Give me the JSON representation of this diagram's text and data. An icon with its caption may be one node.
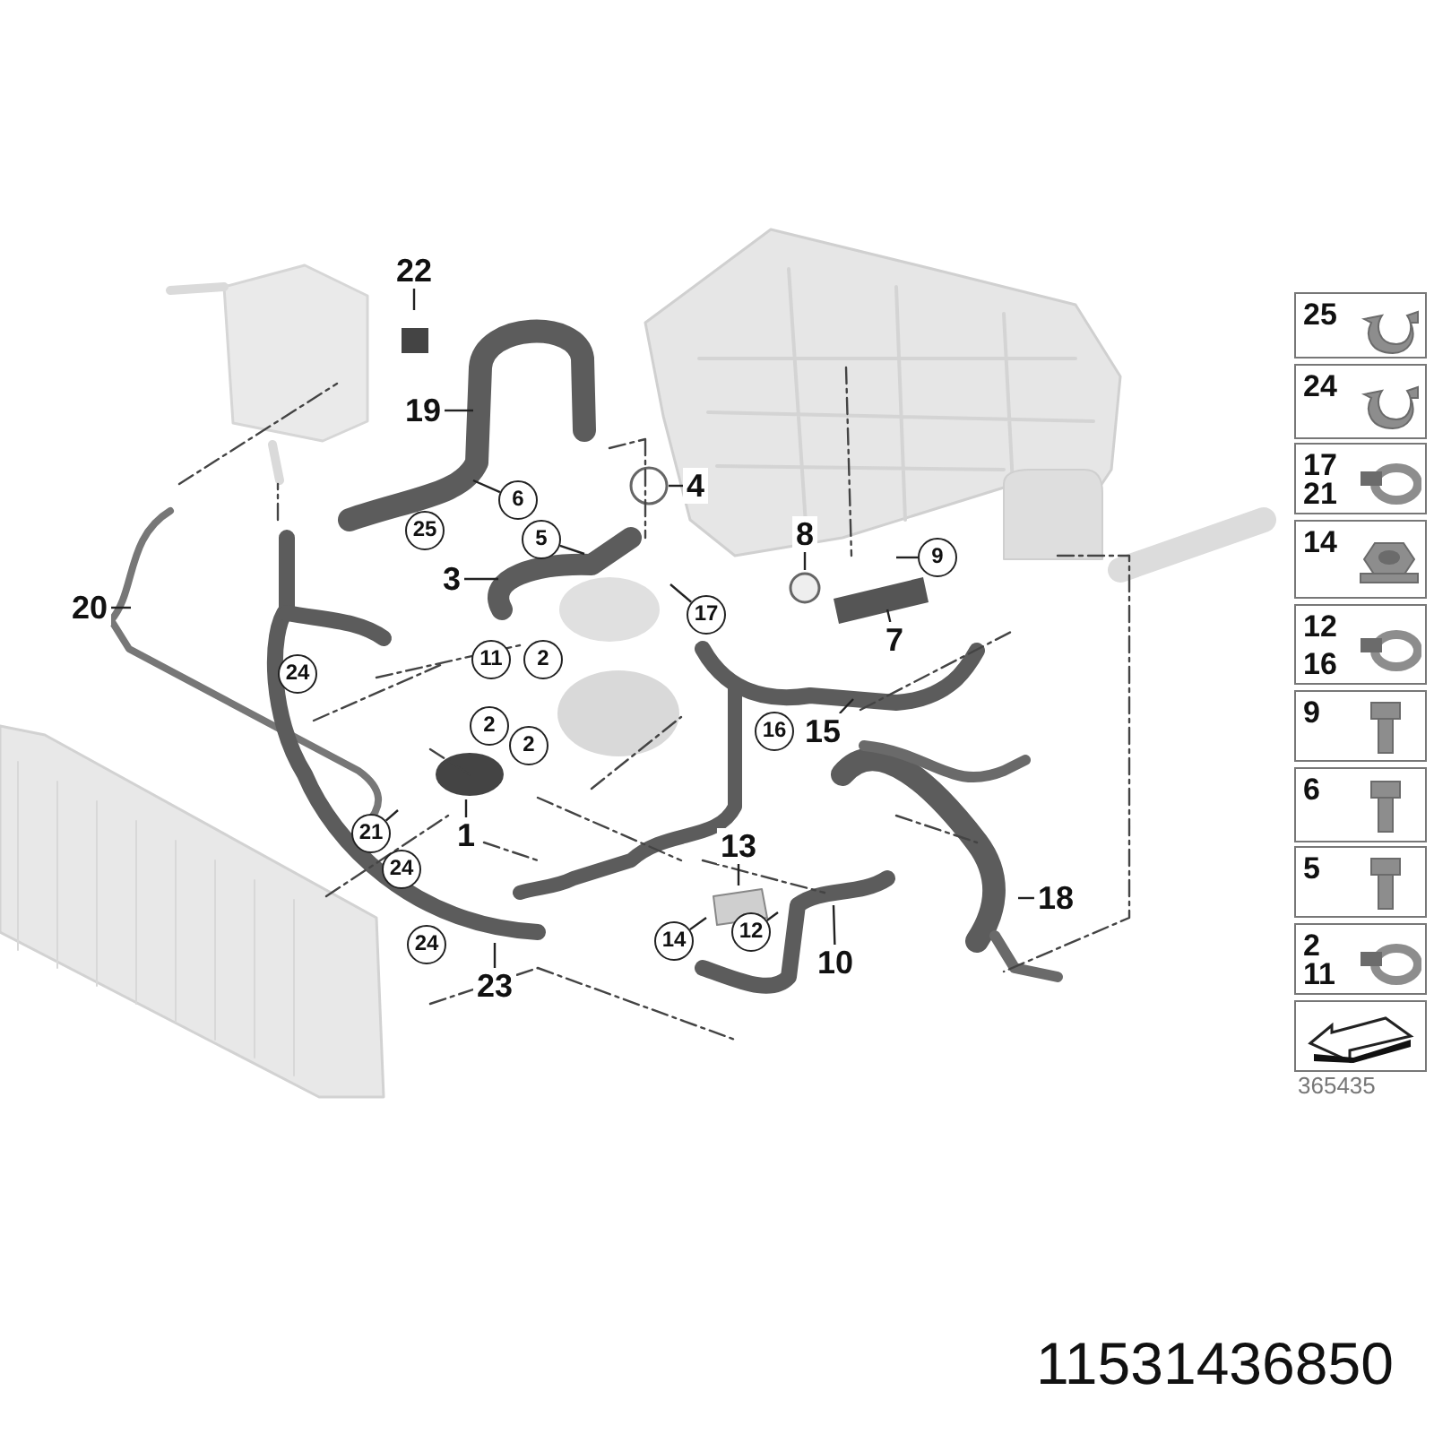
{
  "diagram": {
    "nodes": [
      {
        "text": [
          "22"
        ]
      },
      {
        "text": [
          "19"
        ]
      },
      {
        "text": [
          "6"
        ]
      },
      {
        "text": [
          "4"
        ]
      },
      {
        "text": [
          "25"
        ]
      },
      {
        "text": [
          "5"
        ]
      },
      {
        "text": [
          "8"
        ]
      },
      {
        "text": [
          "9"
        ]
      },
      {
        "text": [
          "20"
        ]
      },
      {
        "text": [
          "3"
        ]
      },
      {
        "text": [
          "7"
        ]
      },
      {
        "text": [
          "17"
        ]
      },
      {
        "text": [
          "11"
        ]
      },
      {
        "text": [
          "2"
        ]
      },
      {
        "text": [
          "24"
        ]
      },
      {
        "text": [
          "2"
        ]
      },
      {
        "text": [
          "2"
        ]
      },
      {
        "text": [
          "16"
        ]
      },
      {
        "text": [
          "15"
        ]
      },
      {
        "text": [
          "1"
        ]
      },
      {
        "text": [
          "21"
        ]
      },
      {
        "text": [
          "24"
        ]
      },
      {
        "text": [
          "13"
        ]
      },
      {
        "text": [
          "18"
        ]
      },
      {
        "text": [
          "24"
        ]
      },
      {
        "text": [
          "14"
        ]
      },
      {
        "text": [
          "12"
        ]
      },
      {
        "text": [
          "10"
        ]
      },
      {
        "text": [
          "23"
        ]
      },
      {
        "text": [
          "25"
        ]
      },
      {
        "text": [
          "24"
        ]
      },
      {
        "text": [
          "17",
          "21"
        ]
      },
      {
        "text": [
          "14"
        ]
      },
      {
        "text": [
          "12",
          "16"
        ]
      },
      {
        "text": [
          "9"
        ]
      },
      {
        "text": [
          "6"
        ]
      },
      {
        "text": [
          "5"
        ]
      },
      {
        "text": [
          "2",
          "11"
        ]
      },
      {
        "text": [],
        "shape": "box"
      }
    ],
    "edges": [
      {
        "from": 0,
        "to": null,
        "arrow": "none"
      },
      {
        "from": 1,
        "to": null,
        "arrow": "none"
      },
      {
        "from": 2,
        "to": null,
        "arrow": "none"
      },
      {
        "from": 3,
        "to": null,
        "arrow": "none"
      },
      {
        "from": 5,
        "to": null,
        "arrow": "none"
      },
      {
        "from": 6,
        "to": null,
        "arrow": "none"
      },
      {
        "from": 7,
        "to": null,
        "arrow": "none"
      },
      {
        "from": 8,
        "to": null,
        "arrow": "none"
      },
      {
        "from": 9,
        "to": null,
        "arrow": "none"
      },
      {
        "from": 10,
        "to": null,
        "arrow": "none"
      },
      {
        "from": 11,
        "to": null,
        "arrow": "none"
      },
      {
        "from": 18,
        "to": null,
        "arrow": "none"
      },
      {
        "from": 19,
        "to": null,
        "arrow": "none"
      },
      {
        "from": 20,
        "to": null,
        "arrow": "none"
      },
      {
        "from": 22,
        "to": null,
        "arrow": "none"
      },
      {
        "from": 23,
        "to": null,
        "arrow": "none"
      },
      {
        "from": 25,
        "to": null,
        "arrow": "none"
      },
      {
        "from": 26,
        "to": null,
        "arrow": "none"
      },
      {
        "from": 27,
        "to": null,
        "arrow": "none"
      },
      {
        "from": 28,
        "to": null,
        "arrow": "none"
      }
    ],
    "labels": [
      "365435",
      "11531436850"
    ]
  }
}
